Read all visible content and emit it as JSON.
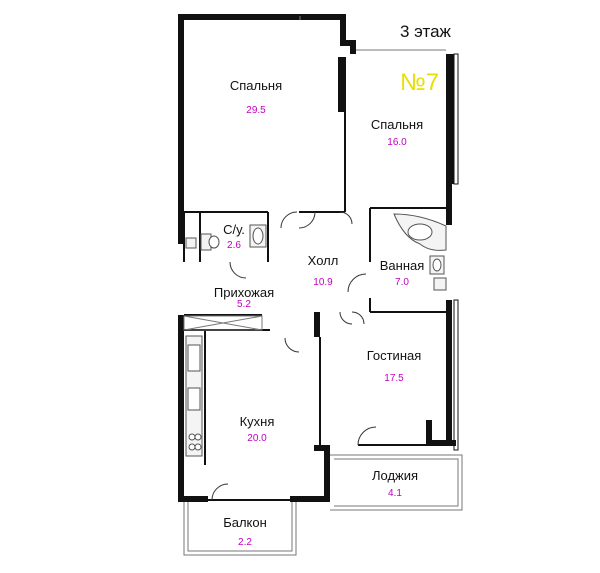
{
  "floor_label": "3 этаж",
  "apartment_number": "№7",
  "colors": {
    "wall": "#111111",
    "area": "#c000c0",
    "apartment": "#e8e000",
    "thin": "#777777"
  },
  "rooms": {
    "bedroom_1": {
      "name": "Спальня",
      "area": "29.5"
    },
    "bedroom_2": {
      "name": "Спальня",
      "area": "16.0"
    },
    "wc": {
      "name": "С/у.",
      "area": "2.6"
    },
    "hall": {
      "name": "Холл",
      "area": "10.9"
    },
    "bathroom": {
      "name": "Ванная",
      "area": "7.0"
    },
    "entrance": {
      "name": "Прихожая",
      "area": "5.2"
    },
    "living": {
      "name": "Гостиная",
      "area": "17.5"
    },
    "kitchen": {
      "name": "Кухня",
      "area": "20.0"
    },
    "loggia": {
      "name": "Лоджия",
      "area": "4.1"
    },
    "balcony": {
      "name": "Балкон",
      "area": "2.2"
    }
  }
}
